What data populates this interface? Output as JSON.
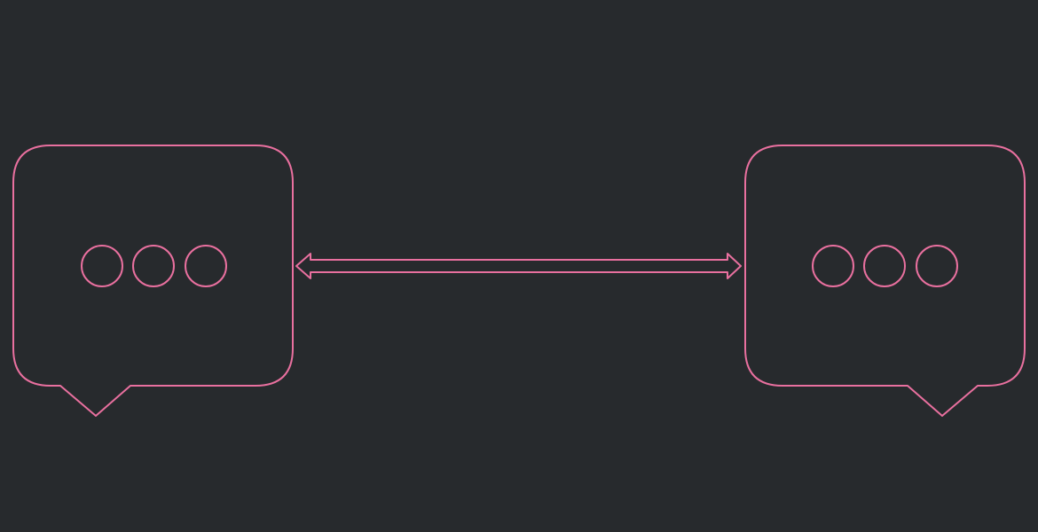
{
  "colors": {
    "background": "#272a2d",
    "stroke": "#e9709f"
  },
  "diagram": {
    "nodes": [
      {
        "id": "left-bubble",
        "icon": "speech-bubble-icon",
        "content": "typing-dots"
      },
      {
        "id": "right-bubble",
        "icon": "speech-bubble-icon",
        "content": "typing-dots"
      }
    ],
    "connector": {
      "icon": "double-headed-arrow-icon",
      "from": "left-bubble",
      "to": "right-bubble",
      "direction": "bidirectional"
    }
  }
}
